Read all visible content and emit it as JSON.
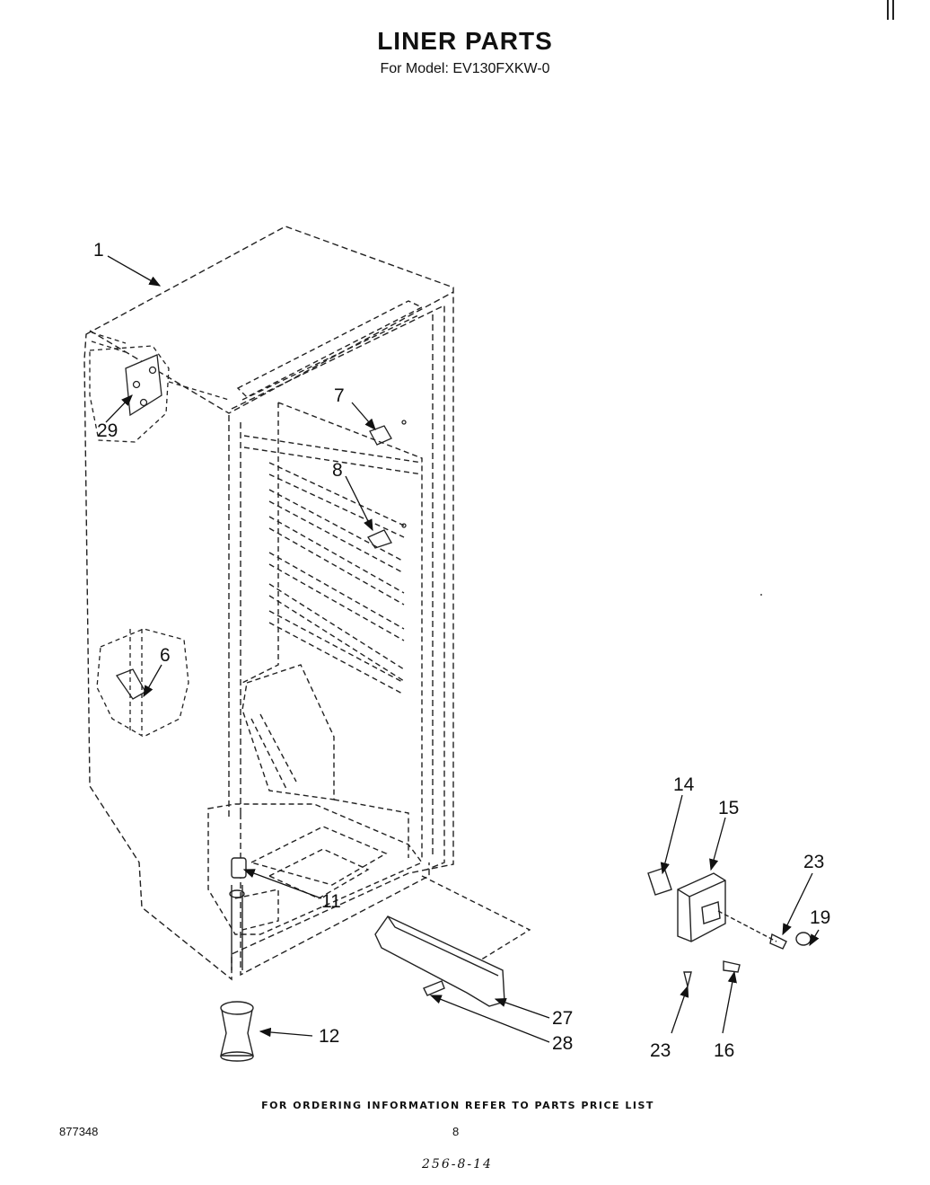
{
  "header": {
    "title": "LINER PARTS",
    "model_line": "For Model: EV130FXKW-0"
  },
  "callouts": [
    {
      "id": "c1",
      "label": "1"
    },
    {
      "id": "c29",
      "label": "29"
    },
    {
      "id": "c7",
      "label": "7"
    },
    {
      "id": "c8",
      "label": "8"
    },
    {
      "id": "c6",
      "label": "6"
    },
    {
      "id": "c11",
      "label": "11"
    },
    {
      "id": "c12",
      "label": "12"
    },
    {
      "id": "c27",
      "label": "27"
    },
    {
      "id": "c28",
      "label": "28"
    },
    {
      "id": "c14",
      "label": "14"
    },
    {
      "id": "c15",
      "label": "15"
    },
    {
      "id": "c23a",
      "label": "23"
    },
    {
      "id": "c19",
      "label": "19"
    },
    {
      "id": "c23b",
      "label": "23"
    },
    {
      "id": "c16",
      "label": "16"
    }
  ],
  "footer": {
    "ordering_note": "FOR ORDERING INFORMATION REFER TO PARTS PRICE LIST",
    "doc_number": "877348",
    "page_number": "8",
    "handwritten_code": "256-8-14"
  }
}
